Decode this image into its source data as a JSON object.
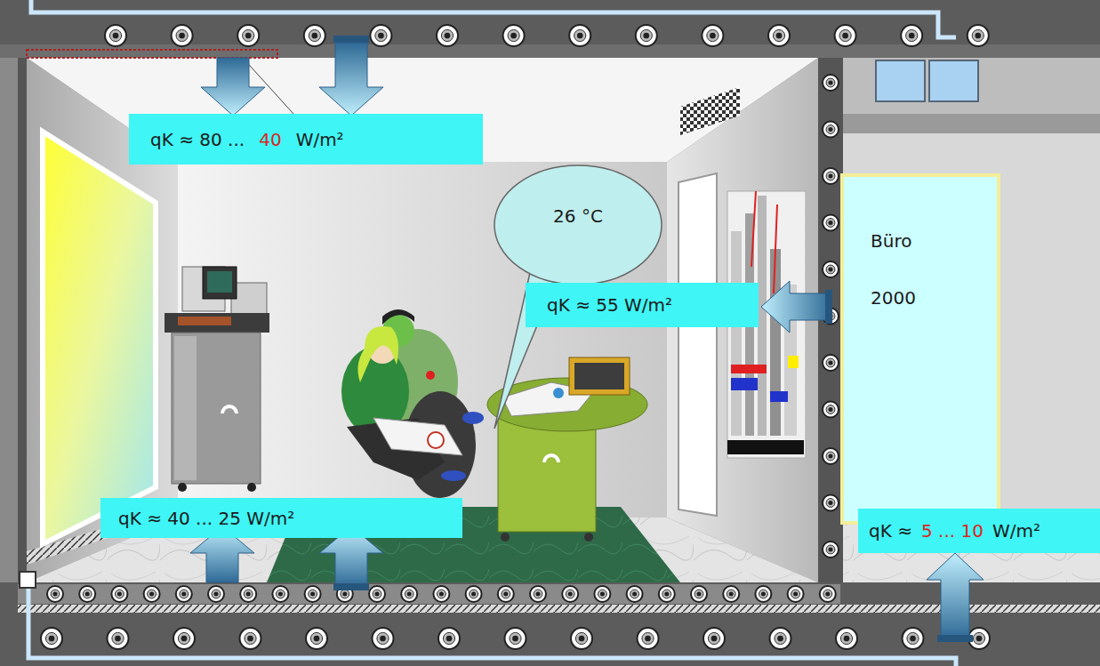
{
  "diagram": {
    "nodes": [
      {
        "text": [
          "qK ≈ 80 ...",
          "40",
          "W/m²"
        ]
      },
      {
        "text": [
          "26 °C"
        ]
      },
      {
        "text": [
          "qK ≈ 55 W/m²"
        ]
      },
      {
        "text": [
          "Büro",
          "2000"
        ]
      },
      {
        "text": [
          "qK ≈ 40 ... 25 W/m²"
        ]
      },
      {
        "text": [
          "qK ≈",
          "5 ... 10",
          "W/m²"
        ]
      }
    ]
  }
}
